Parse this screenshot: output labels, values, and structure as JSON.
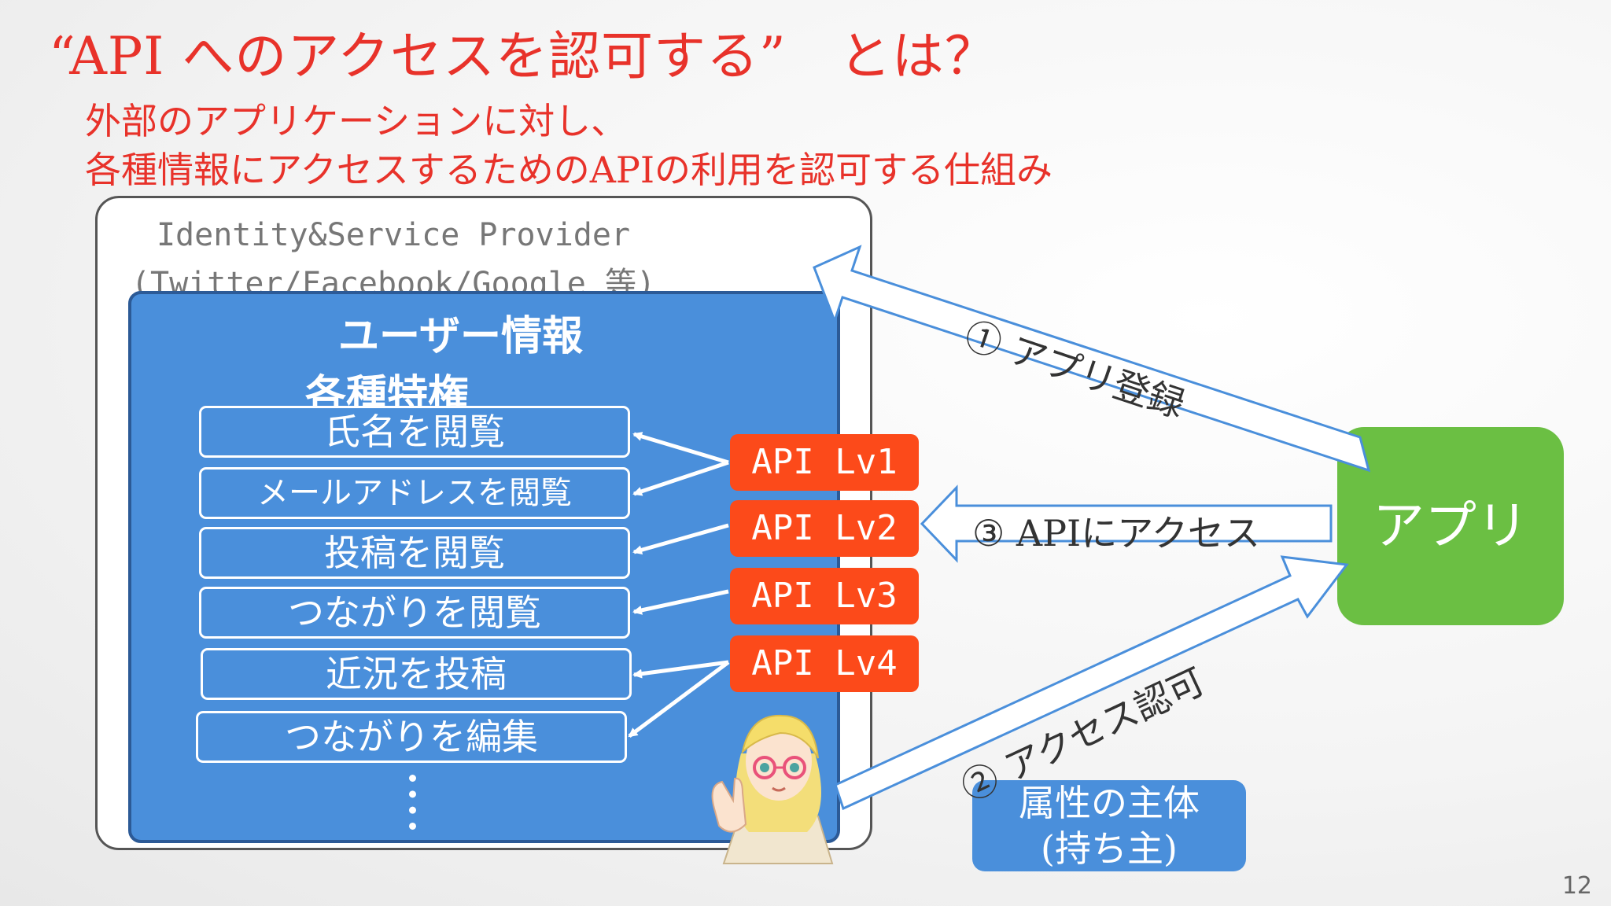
{
  "title": "“API へのアクセスを認可する”　とは？",
  "subtitle_line1": "外部のアプリケーションに対し、",
  "subtitle_line2": "各種情報にアクセスするためのAPIの利用を認可する仕組み",
  "provider": {
    "name": "Identity&Service Provider",
    "examples": "(Twitter/Facebook/Google 等)"
  },
  "user_info": {
    "title": "ユーザー情報",
    "privileges_title": "各種特権",
    "privileges": [
      "氏名を閲覧",
      "メールアドレスを閲覧",
      "投稿を閲覧",
      "つながりを閲覧",
      "近況を投稿",
      "つながりを編集"
    ]
  },
  "api_levels": [
    "API Lv1",
    "API Lv2",
    "API Lv3",
    "API Lv4"
  ],
  "app_label": "アプリ",
  "flows": {
    "step1": "① アプリ登録",
    "step2": "② アクセス認可",
    "step3": "③ APIにアクセス"
  },
  "owner": {
    "line1": "属性の主体",
    "line2": "(持ち主)"
  },
  "page_number": "12",
  "colors": {
    "title_red": "#e8322a",
    "user_info_blue": "#4a8fdb",
    "api_orange": "#fc4a1a",
    "app_green": "#6bbf43",
    "arrow_stroke": "#4a8fdb"
  }
}
